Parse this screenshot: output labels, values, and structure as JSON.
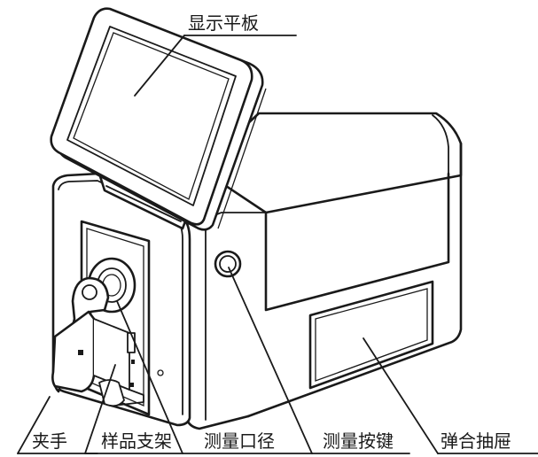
{
  "labels": {
    "display_tablet": "显示平板",
    "clamp": "夹手",
    "sample_holder": "样品支架",
    "measuring_aperture": "测量口径",
    "measure_button": "测量按键",
    "spring_drawer": "弹合抽屉"
  }
}
